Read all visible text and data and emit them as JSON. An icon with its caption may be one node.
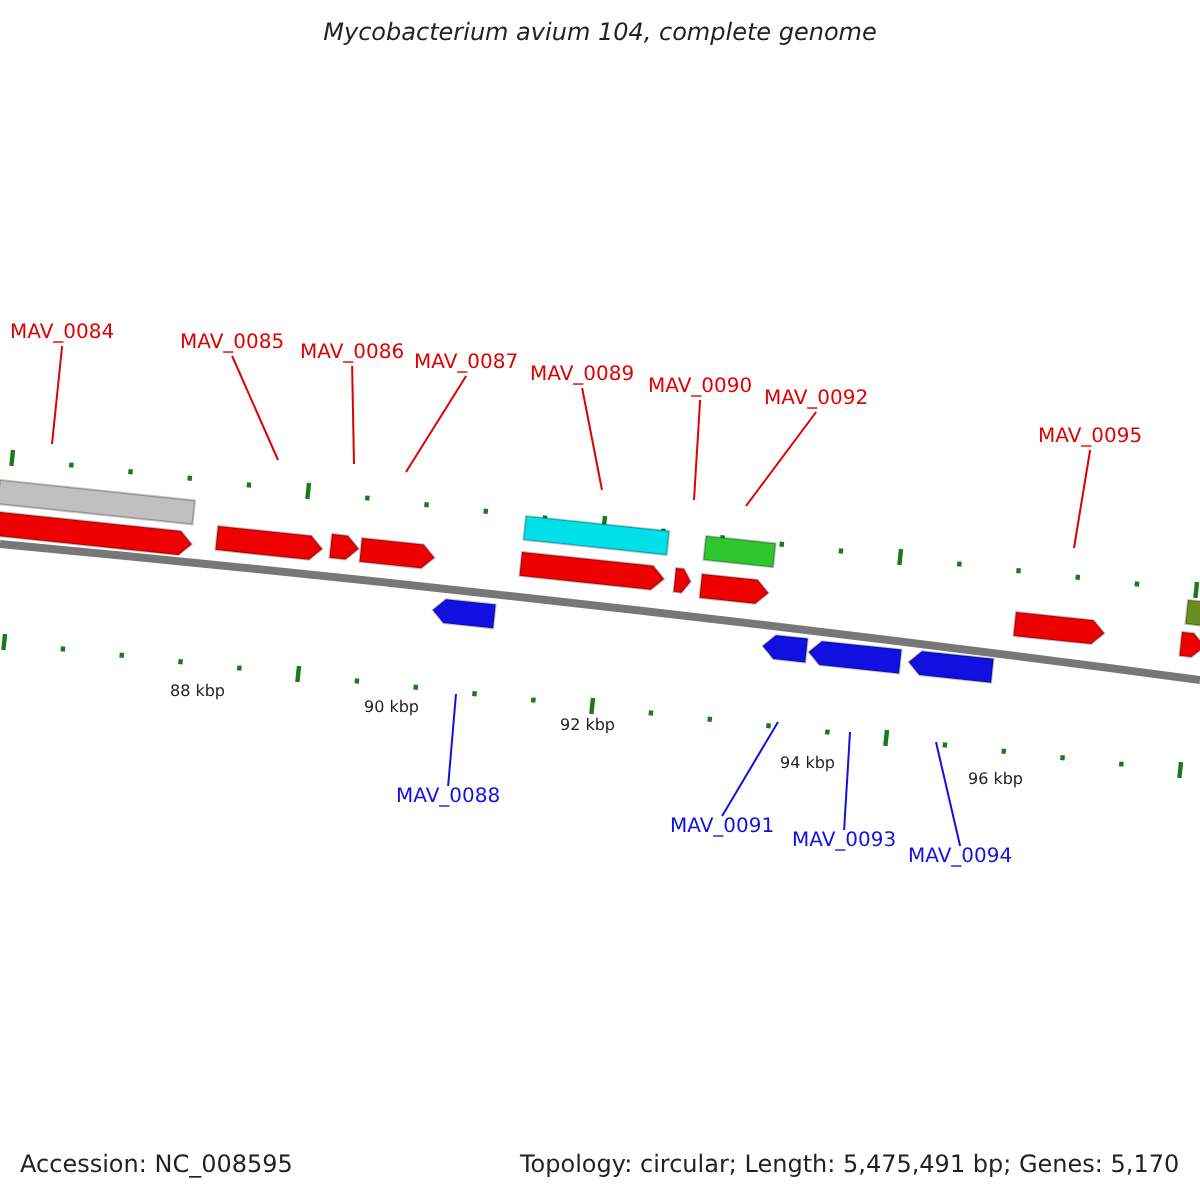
{
  "diagram": {
    "title": "Mycobacterium avium 104, complete genome",
    "nodes": [
      {
        "text": [
          "MAV_0084"
        ]
      },
      {
        "text": [
          "MAV_0085"
        ]
      },
      {
        "text": [
          "MAV_0086"
        ]
      },
      {
        "text": [
          "MAV_0087"
        ]
      },
      {
        "text": [
          "MAV_0089"
        ]
      },
      {
        "text": [
          "MAV_0090"
        ]
      },
      {
        "text": [
          "MAV_0092"
        ]
      },
      {
        "text": [
          "MAV_0095"
        ]
      },
      {
        "text": [
          "MAV_0088"
        ]
      },
      {
        "text": [
          "MAV_0091"
        ]
      },
      {
        "text": [
          "MAV_0093"
        ]
      },
      {
        "text": [
          "MAV_0094"
        ]
      }
    ],
    "edges": [
      {
        "from": 0,
        "to": null,
        "arrow": "none"
      },
      {
        "from": 1,
        "to": null,
        "arrow": "none"
      },
      {
        "from": 2,
        "to": null,
        "arrow": "none"
      },
      {
        "from": 3,
        "to": null,
        "arrow": "none"
      },
      {
        "from": 4,
        "to": null,
        "arrow": "none"
      },
      {
        "from": 5,
        "to": null,
        "arrow": "none"
      },
      {
        "from": 6,
        "to": null,
        "arrow": "none"
      },
      {
        "from": 7,
        "to": null,
        "arrow": "none"
      },
      {
        "from": 8,
        "to": null,
        "arrow": "none",
        "color": "#1010e0"
      },
      {
        "from": 9,
        "to": null,
        "arrow": "none",
        "color": "#1010e0"
      },
      {
        "from": 10,
        "to": null,
        "arrow": "none",
        "color": "#1010e0"
      },
      {
        "from": 11,
        "to": null,
        "arrow": "none",
        "color": "#1010e0"
      }
    ],
    "labels": [
      "88 kbp",
      "90 kbp",
      "92 kbp",
      "94 kbp",
      "96 kbp",
      "Accession: NC_008595",
      "Topology: circular; Length: 5,475,491 bp; Genes: 5,170"
    ]
  }
}
